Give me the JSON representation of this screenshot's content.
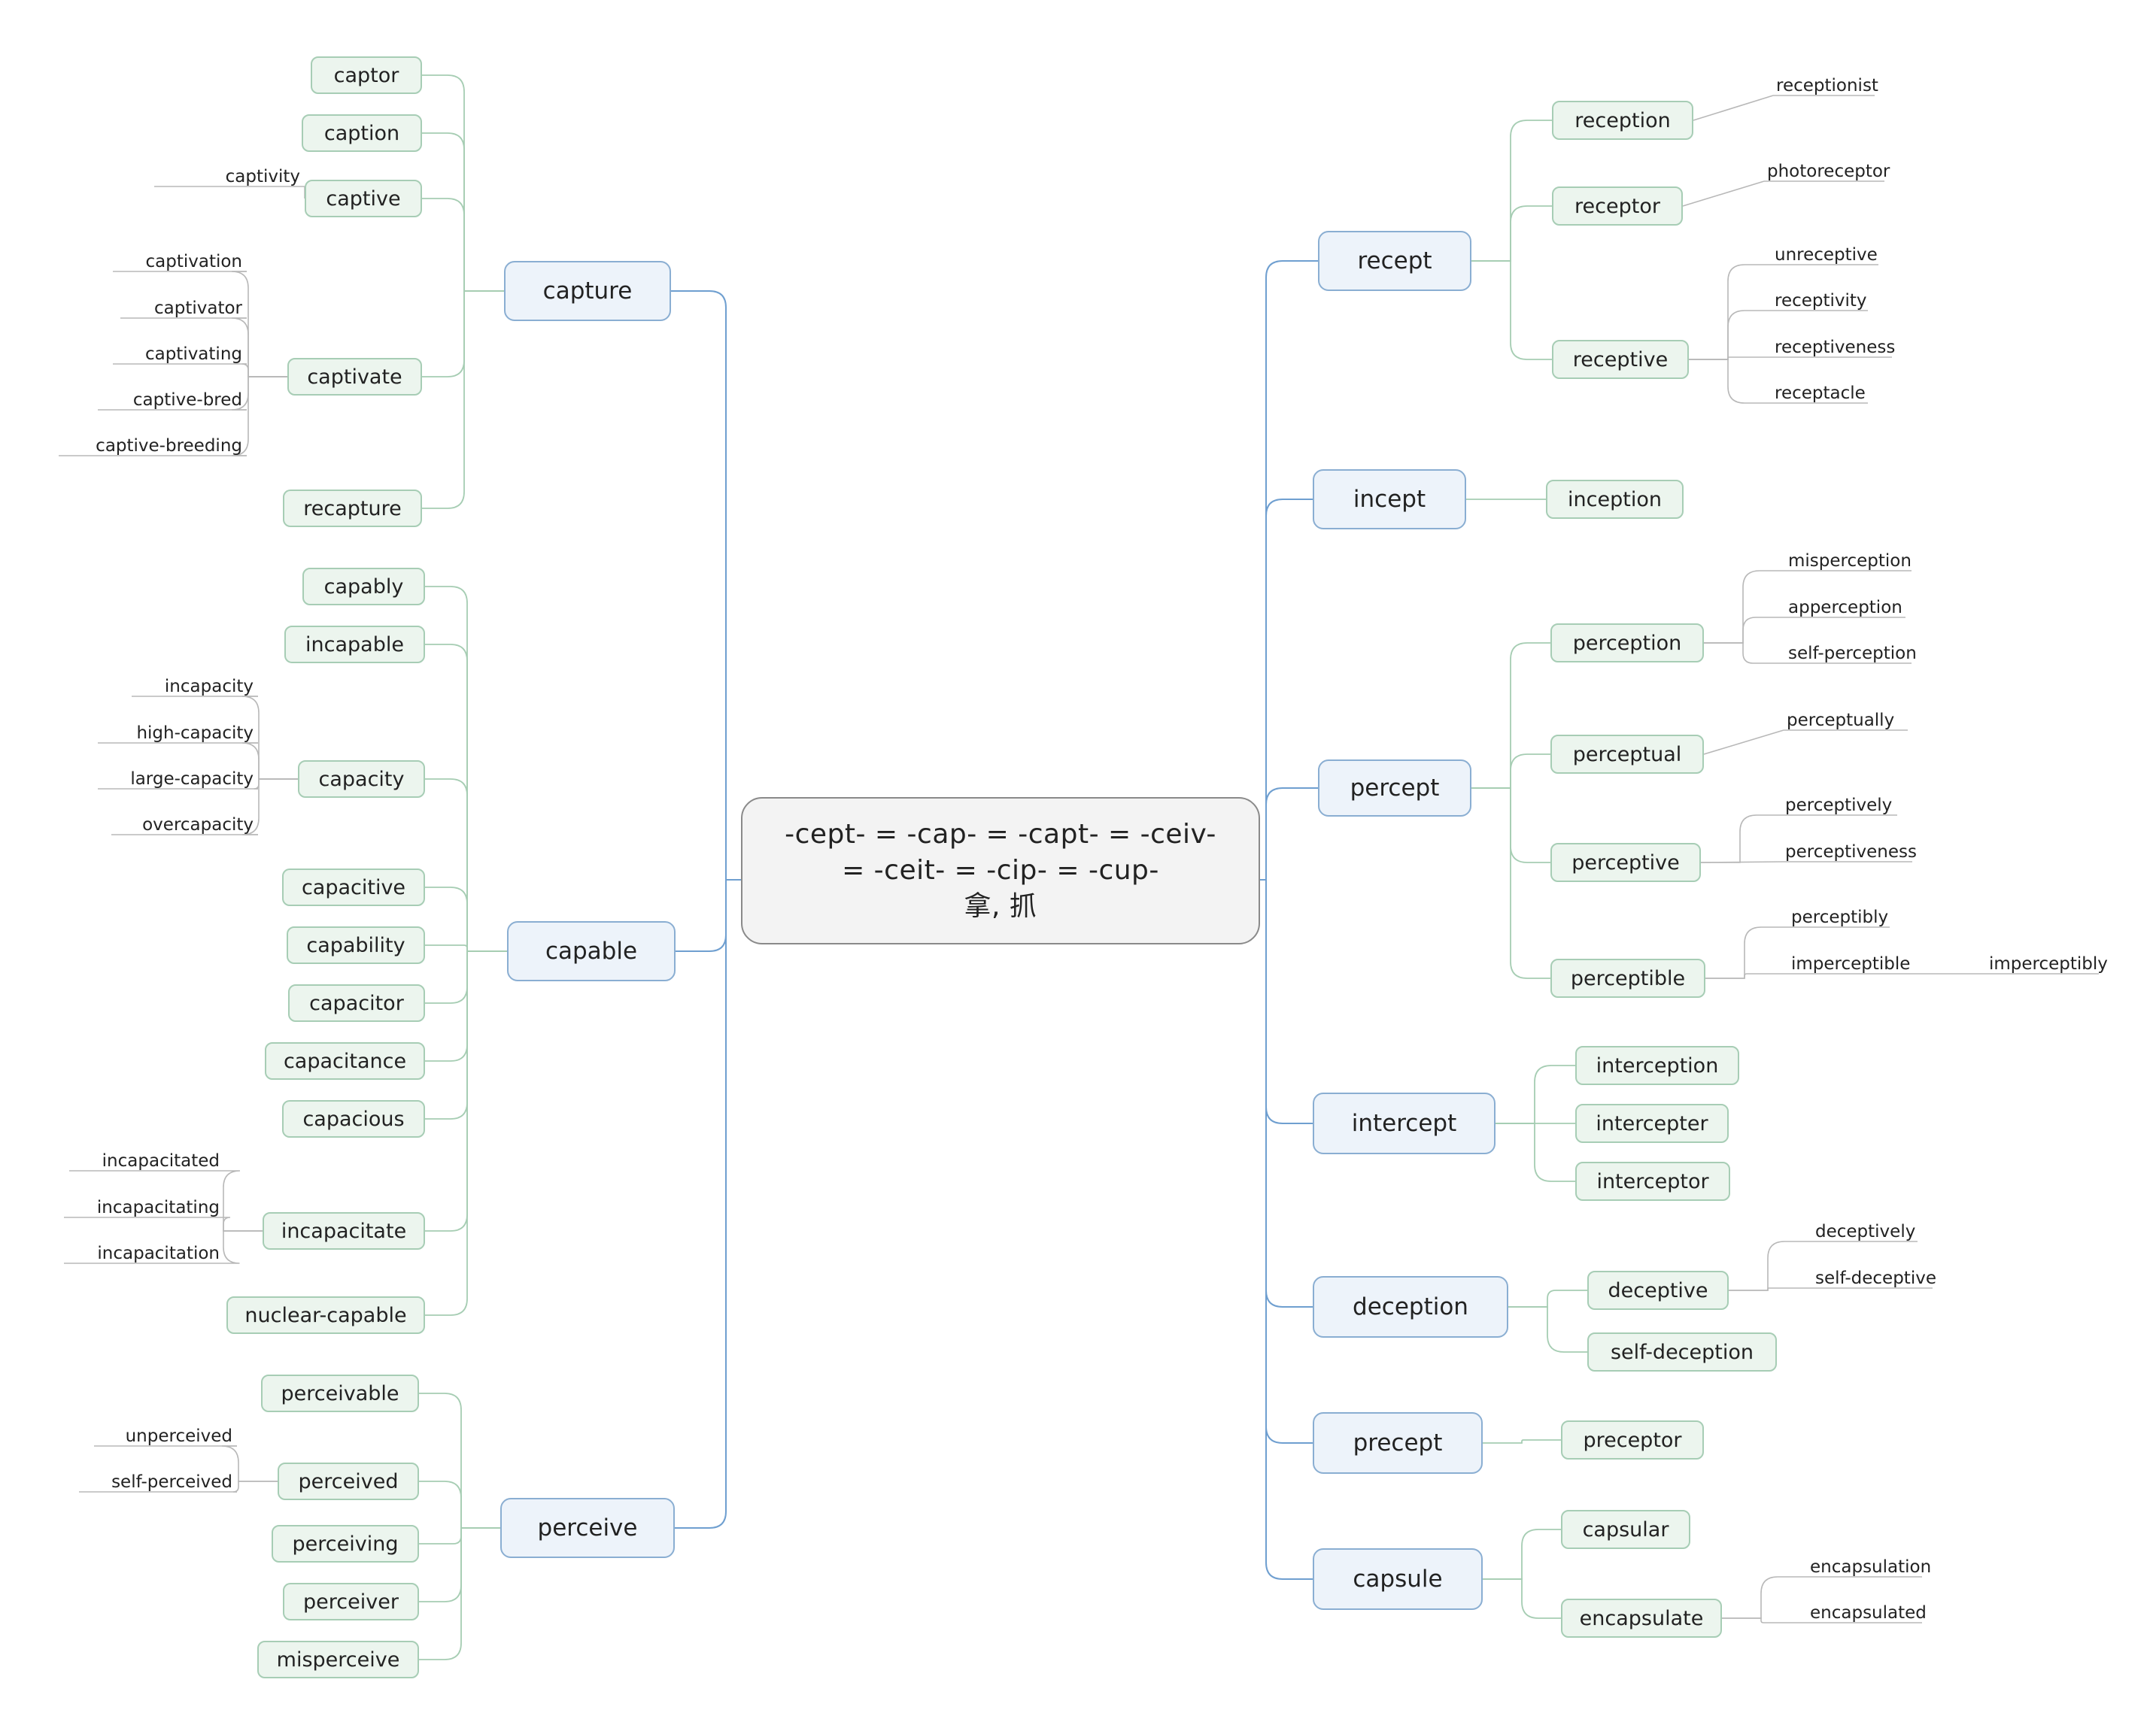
{
  "root": {
    "line1": "-cept- = -cap- = -capt- = -ceiv-",
    "line2": "= -ceit- = -cip- = -cup-",
    "line3": "拿, 抓"
  },
  "colors": {
    "rootLine": "#8a8a8a",
    "mainLine": "#6f9fd0",
    "subLine": "#a6cdb3",
    "leafLine": "#b8b8b8"
  },
  "left": [
    {
      "label": "capture",
      "children": [
        {
          "label": "captor",
          "leaves": []
        },
        {
          "label": "caption",
          "leaves": []
        },
        {
          "label": "captive",
          "leaves": [
            "captivity"
          ]
        },
        {
          "label": "captivate",
          "leaves": [
            "captivation",
            "captivator",
            "captivating",
            "captive-bred",
            "captive-breeding"
          ]
        },
        {
          "label": "recapture",
          "leaves": []
        }
      ]
    },
    {
      "label": "capable",
      "children": [
        {
          "label": "capably",
          "leaves": []
        },
        {
          "label": "incapable",
          "leaves": []
        },
        {
          "label": "capacity",
          "leaves": [
            "incapacity",
            "high-capacity",
            "large-capacity",
            "overcapacity"
          ]
        },
        {
          "label": "capacitive",
          "leaves": []
        },
        {
          "label": "capability",
          "leaves": []
        },
        {
          "label": "capacitor",
          "leaves": []
        },
        {
          "label": "capacitance",
          "leaves": []
        },
        {
          "label": "capacious",
          "leaves": []
        },
        {
          "label": "incapacitate",
          "leaves": [
            "incapacitated",
            "incapacitating",
            "incapacitation"
          ]
        },
        {
          "label": "nuclear-capable",
          "leaves": []
        }
      ]
    },
    {
      "label": "perceive",
      "children": [
        {
          "label": "perceivable",
          "leaves": []
        },
        {
          "label": "perceived",
          "leaves": [
            "unperceived",
            "self-perceived"
          ]
        },
        {
          "label": "perceiving",
          "leaves": []
        },
        {
          "label": "perceiver",
          "leaves": []
        },
        {
          "label": "misperceive",
          "leaves": []
        }
      ]
    }
  ],
  "right": [
    {
      "label": "recept",
      "children": [
        {
          "label": "reception",
          "leaves": [
            "receptionist"
          ]
        },
        {
          "label": "receptor",
          "leaves": [
            "photoreceptor"
          ]
        },
        {
          "label": "receptive",
          "leaves": [
            "unreceptive",
            "receptivity",
            "receptiveness",
            "receptacle"
          ]
        }
      ]
    },
    {
      "label": "incept",
      "children": [
        {
          "label": "inception",
          "leaves": []
        }
      ]
    },
    {
      "label": "percept",
      "children": [
        {
          "label": "perception",
          "leaves": [
            "misperception",
            "apperception",
            "self-perception"
          ]
        },
        {
          "label": "perceptual",
          "leaves": [
            "perceptually"
          ]
        },
        {
          "label": "perceptive",
          "leaves": [
            "perceptively",
            "perceptiveness"
          ]
        },
        {
          "label": "perceptible",
          "leaves": [
            "perceptibly",
            "imperceptible",
            "imperceptibly"
          ]
        }
      ]
    },
    {
      "label": "intercept",
      "children": [
        {
          "label": "interception",
          "leaves": []
        },
        {
          "label": "intercepter",
          "leaves": []
        },
        {
          "label": "interceptor",
          "leaves": []
        }
      ]
    },
    {
      "label": "deception",
      "children": [
        {
          "label": "deceptive",
          "leaves": [
            "deceptively",
            "self-deceptive"
          ]
        },
        {
          "label": "self-deception",
          "leaves": []
        }
      ]
    },
    {
      "label": "precept",
      "children": [
        {
          "label": "preceptor",
          "leaves": []
        }
      ]
    },
    {
      "label": "capsule",
      "children": [
        {
          "label": "capsular",
          "leaves": []
        },
        {
          "label": "encapsulate",
          "leaves": [
            "encapsulation",
            "encapsulated"
          ]
        }
      ]
    }
  ]
}
